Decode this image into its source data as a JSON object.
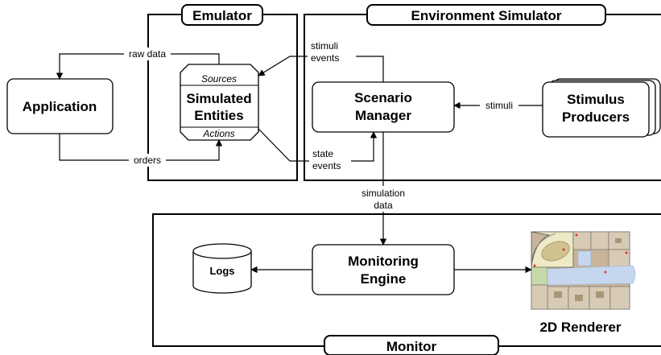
{
  "containers": {
    "emulator": "Emulator",
    "environment_simulator": "Environment Simulator",
    "monitor": "Monitor"
  },
  "nodes": {
    "application": "Application",
    "simulated_entities": [
      "Simulated",
      "Entities"
    ],
    "sources": "Sources",
    "actions": "Actions",
    "scenario_manager": [
      "Scenario",
      "Manager"
    ],
    "stimulus_producers": [
      "Stimulus",
      "Producers"
    ],
    "monitoring_engine": [
      "Monitoring",
      "Engine"
    ],
    "logs": "Logs",
    "renderer_caption": "2D Renderer"
  },
  "edges": {
    "raw_data": "raw data",
    "orders": "orders",
    "stimuli_events": [
      "stimuli",
      "events"
    ],
    "state_events": [
      "state",
      "events"
    ],
    "stimuli": "stimuli",
    "simulation_data": [
      "simulation",
      "data"
    ]
  }
}
